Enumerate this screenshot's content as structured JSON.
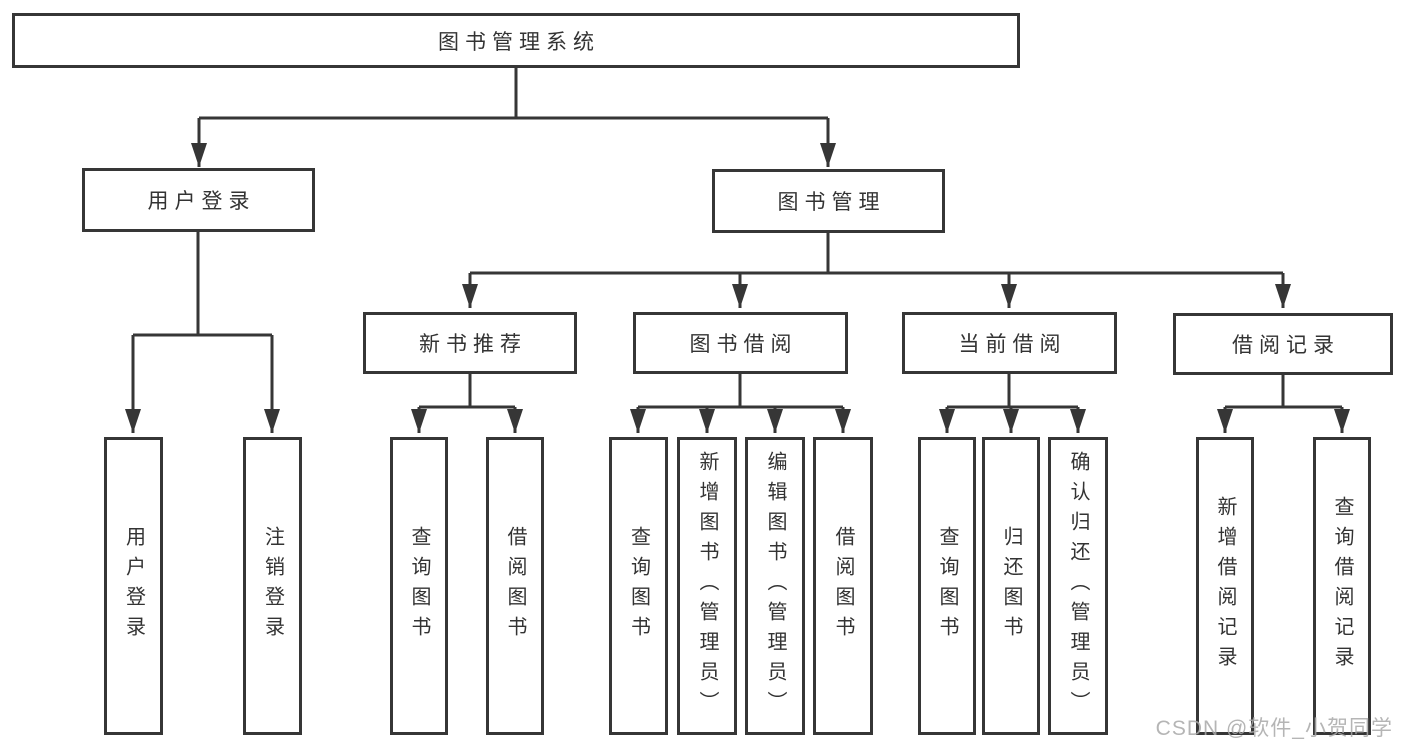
{
  "title": "图书管理系统",
  "watermark": "CSDN @软件_小贺同学",
  "colors": {
    "line": "#363636",
    "text": "#333333",
    "background": "#ffffff",
    "watermark": "#a9a9a9"
  },
  "diagram": {
    "type": "tree",
    "root": {
      "label": "图书管理系统",
      "children": [
        {
          "label": "用户登录",
          "children": [
            {
              "label": "用户登录"
            },
            {
              "label": "注销登录"
            }
          ]
        },
        {
          "label": "图书管理",
          "children": [
            {
              "label": "新书推荐",
              "children": [
                {
                  "label": "查询图书"
                },
                {
                  "label": "借阅图书"
                }
              ]
            },
            {
              "label": "图书借阅",
              "children": [
                {
                  "label": "查询图书"
                },
                {
                  "label": "新增图书（管理员）"
                },
                {
                  "label": "编辑图书（管理员）"
                },
                {
                  "label": "借阅图书"
                }
              ]
            },
            {
              "label": "当前借阅",
              "children": [
                {
                  "label": "查询图书"
                },
                {
                  "label": "归还图书"
                },
                {
                  "label": "确认归还（管理员）"
                }
              ]
            },
            {
              "label": "借阅记录",
              "children": [
                {
                  "label": "新增借阅记录"
                },
                {
                  "label": "查询借阅记录"
                }
              ]
            }
          ]
        }
      ]
    }
  }
}
